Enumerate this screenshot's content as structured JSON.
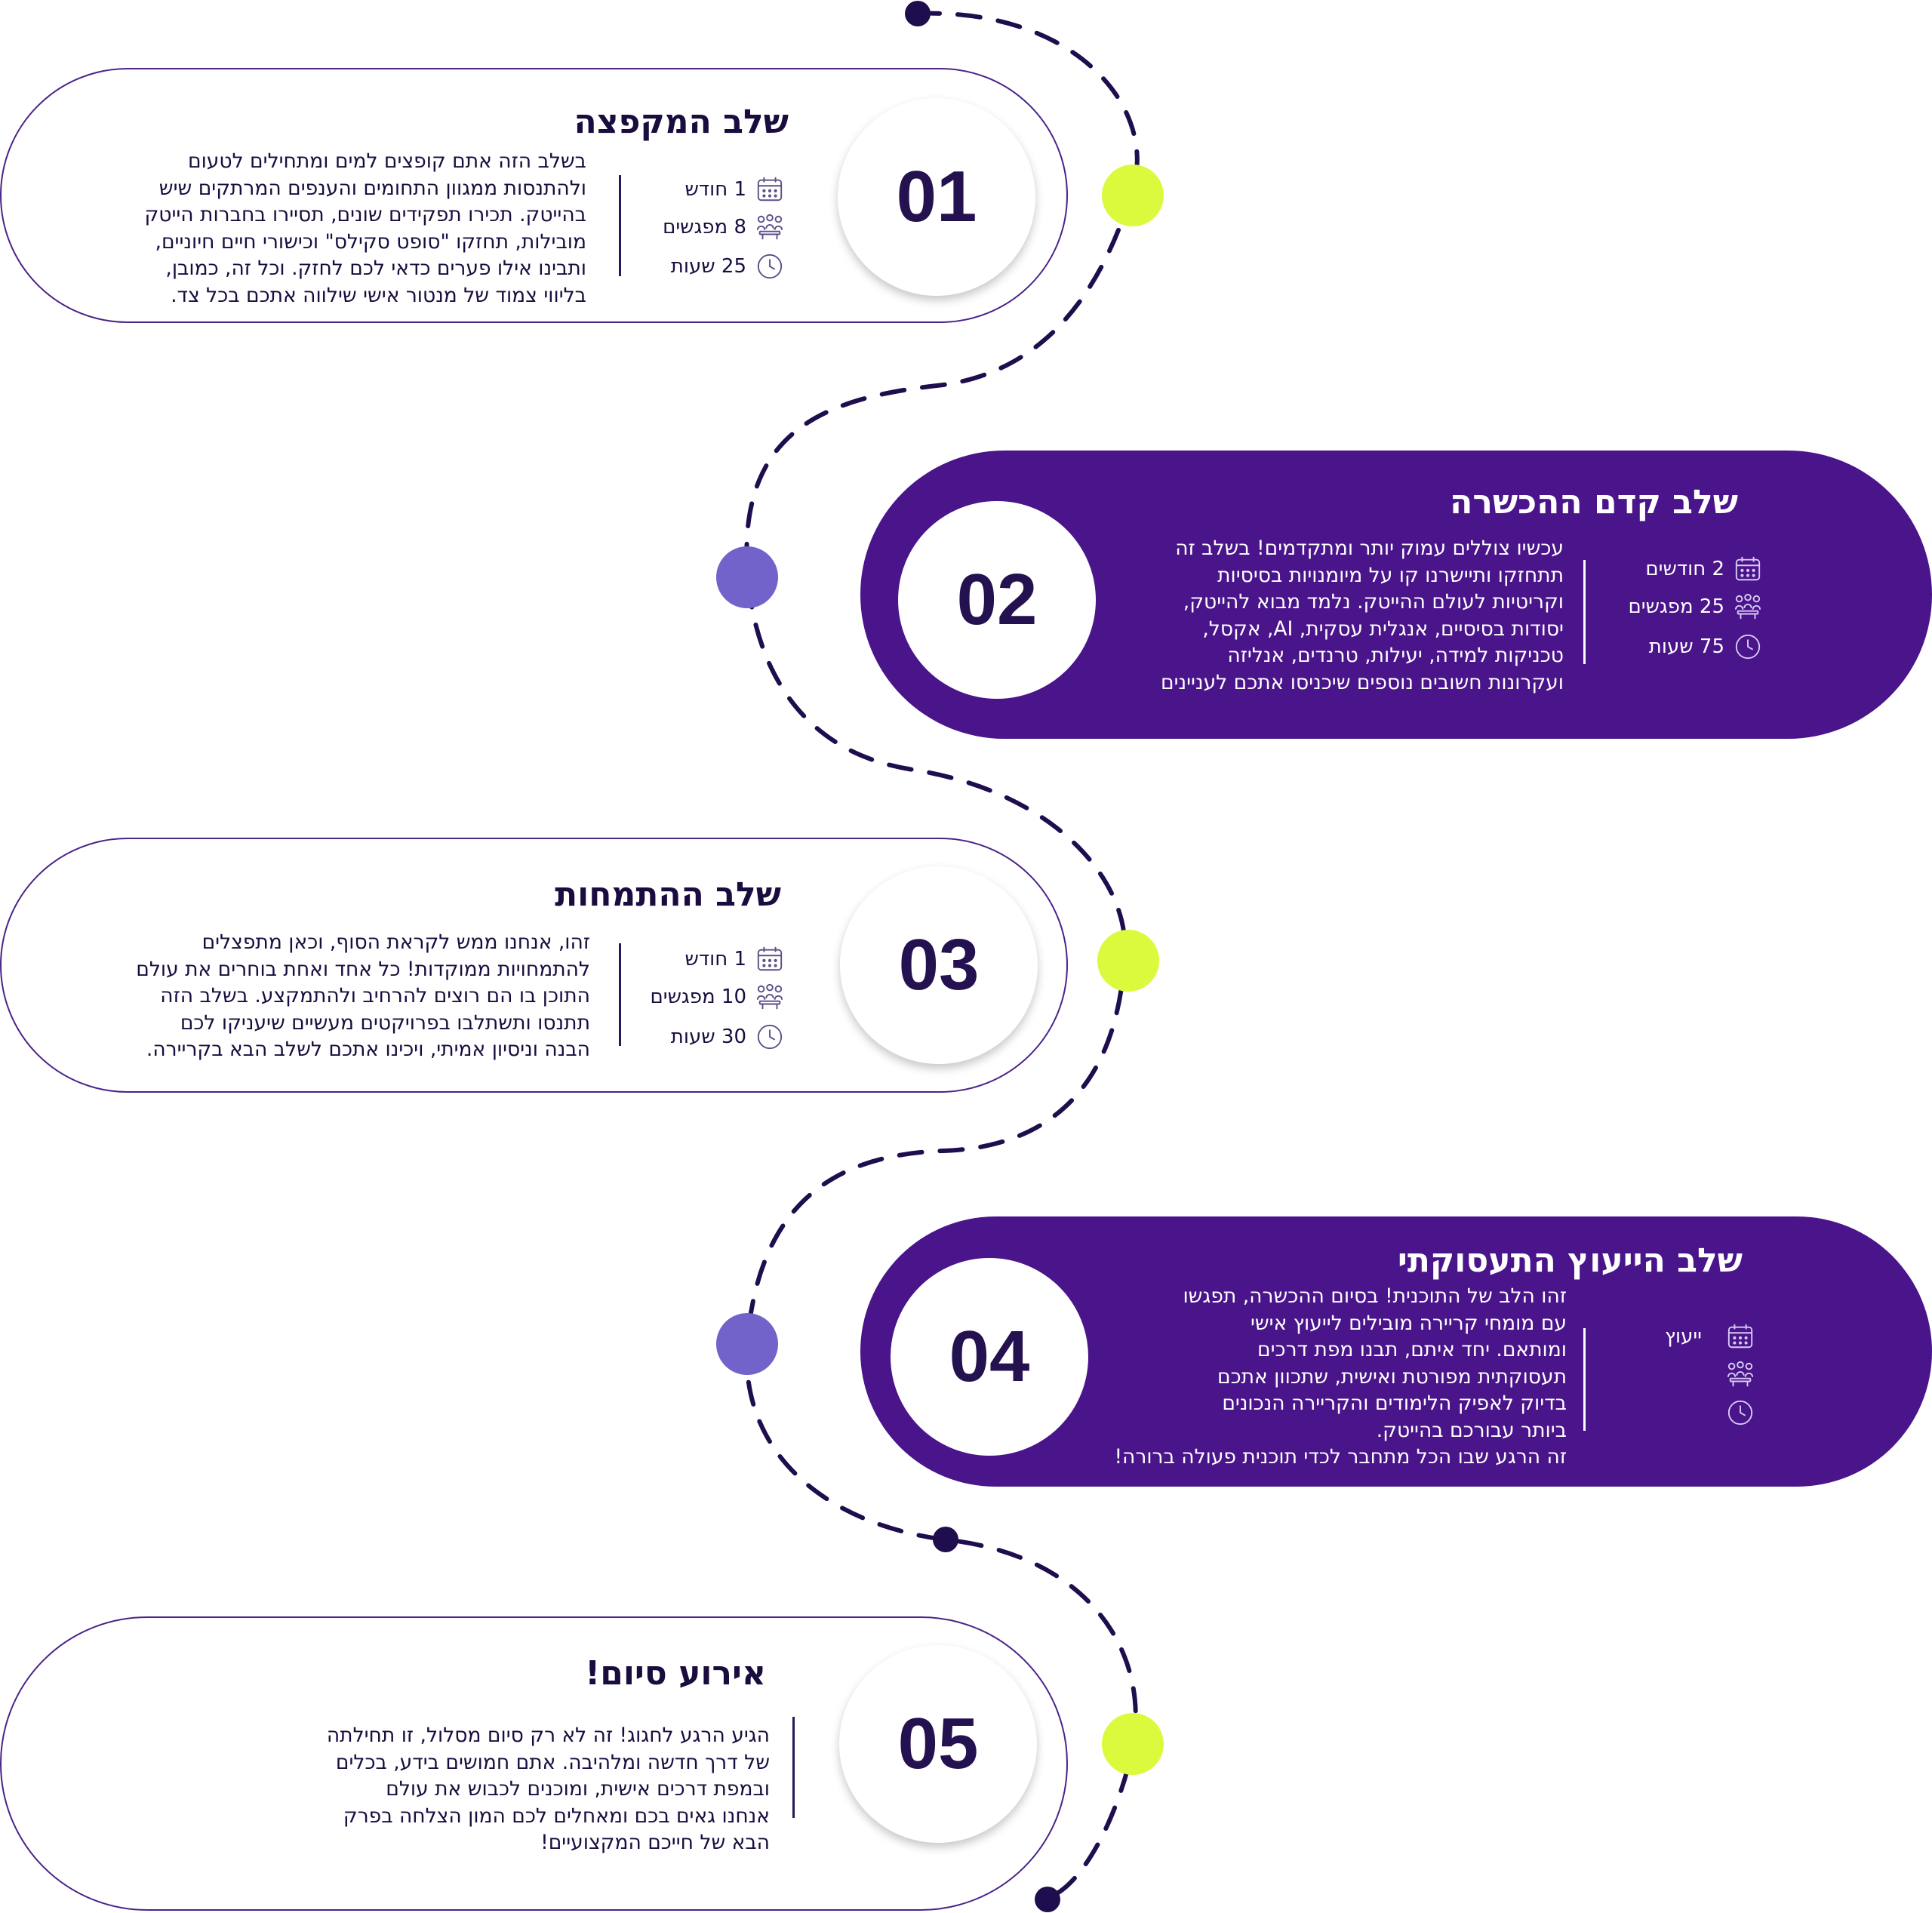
{
  "colors": {
    "dark_purple": "#4a148a",
    "lime": "#dcfa3d",
    "violet": "#7263cb",
    "navy": "#1e0e4e",
    "text_dark": "#1b0c3f"
  },
  "icons": [
    "calendar-icon",
    "people-icon",
    "clock-icon"
  ],
  "stages": [
    {
      "number": "01",
      "title": "שלב המקפצה",
      "lines": [
        "בשלב הזה אתם קופצים למים ומתחילים לטעום",
        "ולהתנסות ממגוון התחומים והענפים המרתקים שיש",
        "בהייטק. תכירו תפקידים שונים, תסיירו בחברות הייטק",
        "מובילות, תחזקו \"סופט סקילס\" וכישורי חיים חיוניים,",
        "ותבינו אילו פערים כדאי לכם לחזק. וכל זה, כמובן,",
        "בליווי צמוד של מנטור אישי שילווה אתכם בכל צד."
      ],
      "duration": "1 חודש",
      "meetings": "8 מפגשים",
      "hours": "25 שעות"
    },
    {
      "number": "02",
      "title": "שלב קדם ההכשרה",
      "lines": [
        "עכשיו צוללים עמוק יותר ומתקדמים! בשלב זה",
        "תתחזקו ותיישרנו קו על מיומנויות בסיסיות",
        "וקריטיות לעולם ההייטק. נלמד מבוא להייטק,",
        "יסודות בסיסיים, אנגלית עסקית, AI, אקסל,",
        "טכניקות למידה, יעילות, טרנדים, אנליזה",
        "ועקרונות חשובים נוספים שיכניסו אתכם לעניינים"
      ],
      "duration": "2 חודשים",
      "meetings": "25 מפגשים",
      "hours": "75 שעות"
    },
    {
      "number": "03",
      "title": "שלב ההתמחות",
      "lines": [
        "זהו, אנחנו ממש לקראת הסוף, וכאן מתפצלים",
        "להתמחויות ממוקדות! כל אחד ואחת בוחרים את עולם",
        "התוכן בו הם רוצים להרחיב ולהתמקצע. בשלב הזה",
        "תתנסו ותשתלבו בפרויקטים מעשיים שיעניקו לכם",
        "הבנה וניסיון אמיתי, ויכינו אתכם לשלב הבא בקריירה."
      ],
      "duration": "1 חודש",
      "meetings": "10 מפגשים",
      "hours": "30 שעות"
    },
    {
      "number": "04",
      "title": "שלב הייעוץ התעסוקתי",
      "lines": [
        "זהו הלב של התוכנית! בסיום ההכשרה, תפגשו",
        "עם מומחי קריירה מובילים לייעוץ אישי",
        "ומותאם. יחד איתם, תבנו מפת דרכים",
        "תעסוקתית מפורטת ואישית, שתכוון אתכם",
        "בדיוק לאפיק הלימודים והקריירה הנכונים",
        "ביותר עבורכם בהייטק.",
        "זה הרגע שבו הכל מתחבר לכדי תוכנית פעולה ברורה!"
      ],
      "duration": "ייעוץ"
    },
    {
      "number": "05",
      "title": "אירוע סיום!",
      "lines": [
        "הגיע הרגע לחגוג! זה לא רק סיום מסלול, זו תחילתה",
        "של דרך חדשה ומלהיבה. אתם חמושים בידע, בכלים",
        "ובמפת דרכים אישית, ומוכנים לכבוש את עולם",
        "אנחנו גאים בכם ומאחלים לכם המון הצלחה בפרק",
        "הבא של חייכם המקצועיים!"
      ]
    }
  ]
}
